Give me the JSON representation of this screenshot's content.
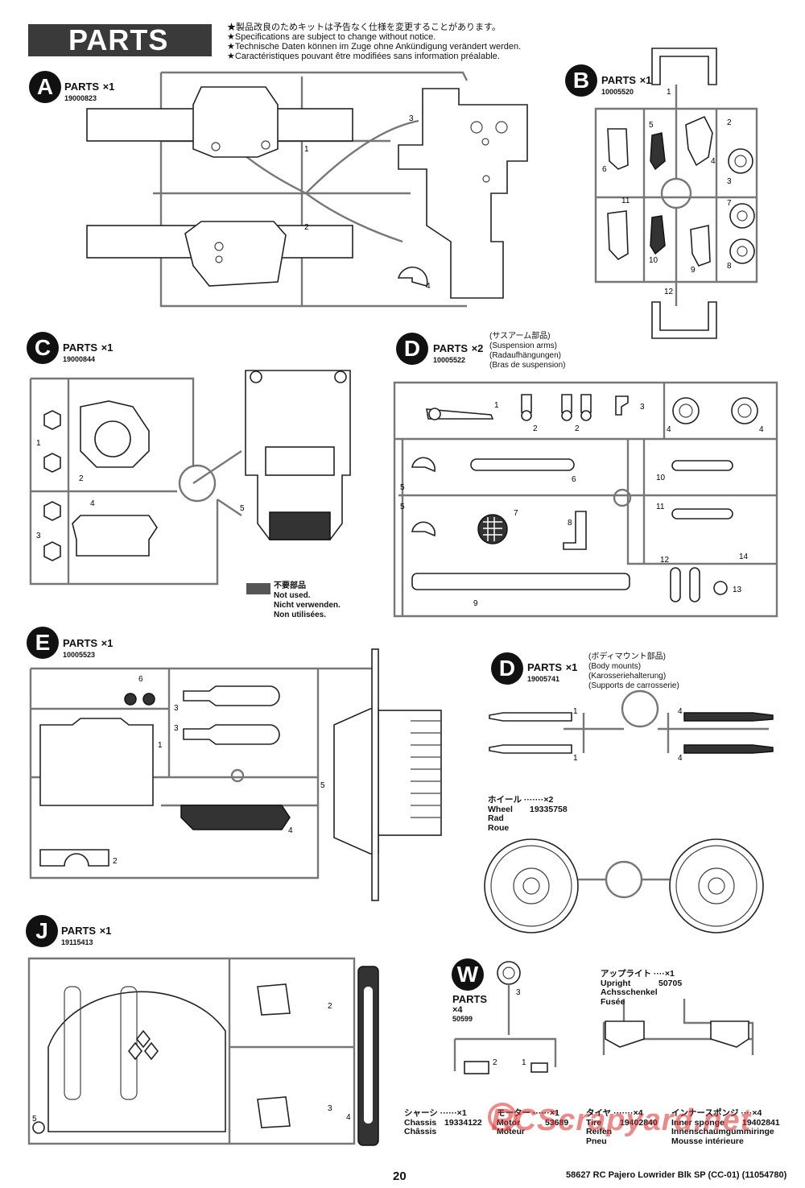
{
  "header": {
    "title": "PARTS",
    "notices": [
      "★製品改良のためキットは予告なく仕様を変更することがあります。",
      "★Specifications are subject to change without notice.",
      "★Technische Daten können im Zuge ohne Ankündigung verändert werden.",
      "★Caractéristiques pouvant être modifiées sans information préalable."
    ]
  },
  "sprues": {
    "a": {
      "letter": "A",
      "label": "PARTS",
      "qty": "×1",
      "code": "19000823"
    },
    "b": {
      "letter": "B",
      "label": "PARTS",
      "qty": "×1",
      "code": "10005520"
    },
    "c": {
      "letter": "C",
      "label": "PARTS",
      "qty": "×1",
      "code": "19000844"
    },
    "d": {
      "letter": "D",
      "label": "PARTS",
      "qty": "×2",
      "code": "10005522",
      "desc": [
        "(サスアーム部品)",
        "(Suspension arms)",
        "(Radaufhängungen)",
        "(Bras de suspension)"
      ]
    },
    "e": {
      "letter": "E",
      "label": "PARTS",
      "qty": "×1",
      "code": "10005523"
    },
    "d2": {
      "letter": "D",
      "label": "PARTS",
      "qty": "×1",
      "code": "19005741",
      "desc": [
        "(ボディマウント部品)",
        "(Body mounts)",
        "(Karosseriehalterung)",
        "(Supports de carrosserie)"
      ]
    },
    "j": {
      "letter": "J",
      "label": "PARTS",
      "qty": "×1",
      "code": "19115413"
    },
    "w": {
      "letter": "W",
      "label": "PARTS",
      "qty": "×4",
      "code": "50599"
    }
  },
  "not_used": [
    "不要部品",
    "Not used.",
    "Nicht verwenden.",
    "Non utilisées."
  ],
  "wheel": {
    "names": [
      "ホイール ·······×2",
      "Wheel",
      "Rad",
      "Roue"
    ],
    "code": "19335758"
  },
  "upright": {
    "names": [
      "アップライト ····×1",
      "Upright",
      "Achsschenkel",
      "Fusée"
    ],
    "code": "50705"
  },
  "specs": [
    {
      "names": [
        "シャーシ ······×1",
        "Chassis",
        "Châssis"
      ],
      "code": "19334122"
    },
    {
      "names": [
        "モーター ······×1",
        "Motor",
        "Moteur"
      ],
      "code": "53689"
    },
    {
      "names": [
        "タイヤ ·······×4",
        "Tire",
        "Reifen",
        "Pneu"
      ],
      "code": "19402840"
    },
    {
      "names": [
        "インナースポンジ ····×4",
        "Inner sponge",
        "Innenschaumgummiringe",
        "Mousse intérieure"
      ],
      "code": "19402841"
    }
  ],
  "watermark": "RCScrapyard.net",
  "footer": {
    "page": "20",
    "text": "58627  RC Pajero Lowrider Blk SP (CC-01) (11054780)"
  }
}
